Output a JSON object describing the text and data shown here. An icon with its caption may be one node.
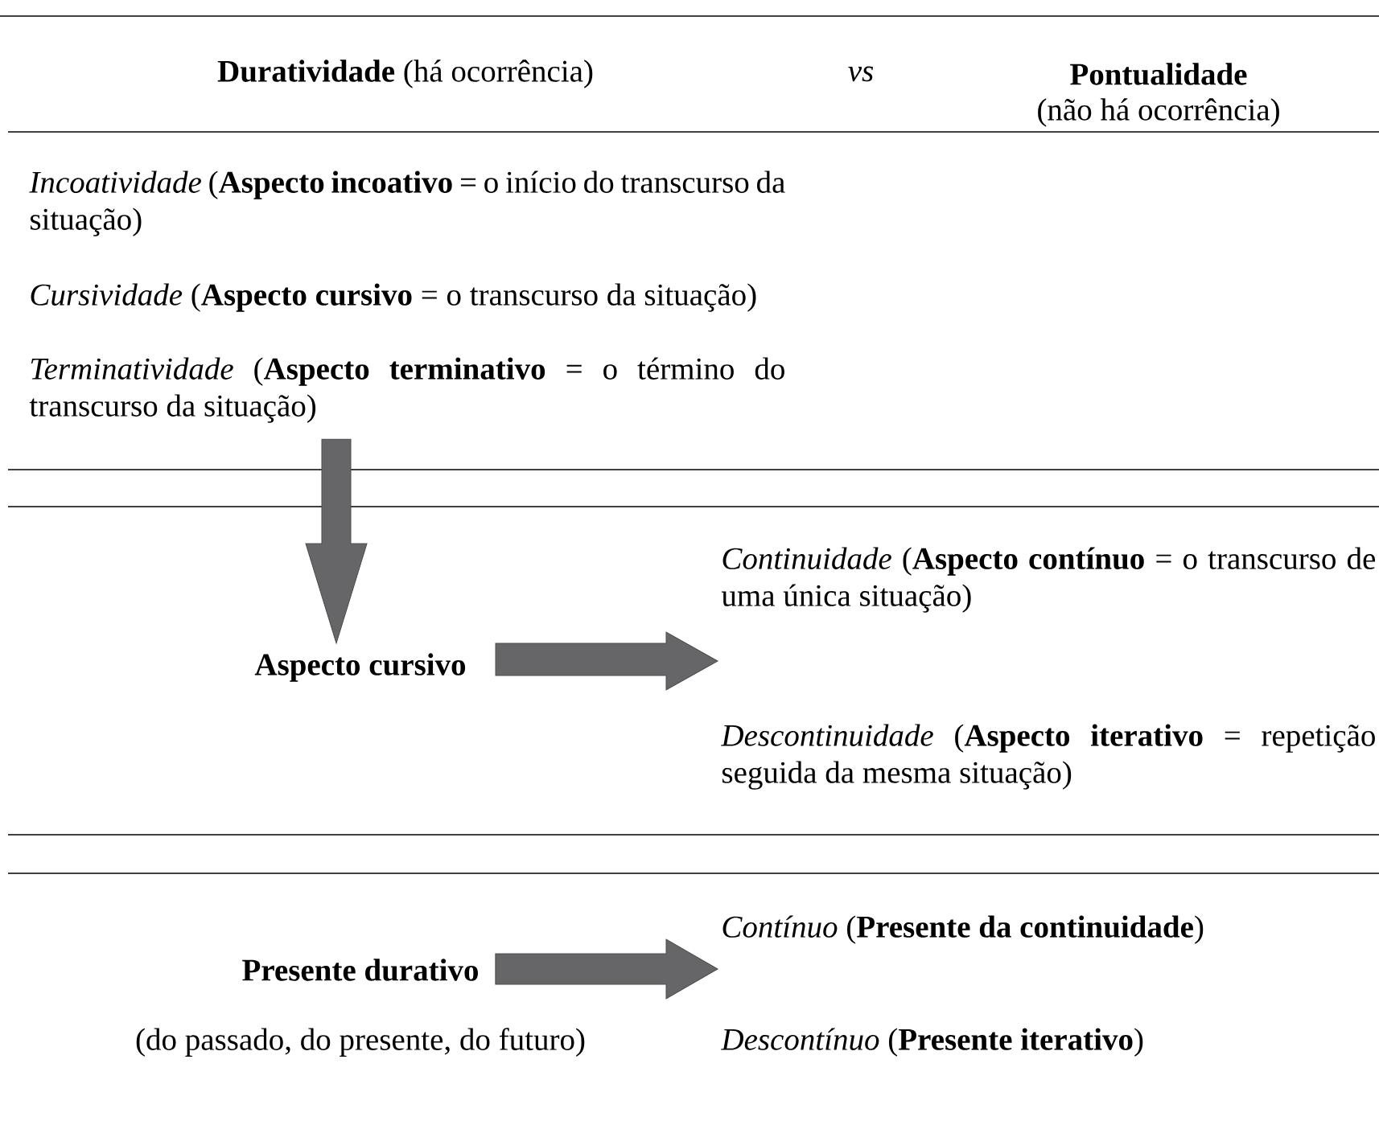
{
  "diagram": {
    "nodes": [
      {
        "text": [
          "*Incoatividade* (**Aspecto incoativo** = o início do transcurso da situação)"
        ]
      },
      {
        "text": [
          "*Cursividade* (**Aspecto cursivo** = o transcurso da situação)"
        ]
      },
      {
        "text": [
          "*Terminatividade* (**Aspecto terminativo** = o término do transcurso da situação)"
        ]
      },
      {
        "text": [
          "Aspecto cursivo"
        ]
      },
      {
        "text": [
          "*Continuidade* (**Aspecto contínuo** = o transcurso de uma única situação)"
        ]
      },
      {
        "text": [
          "*Descontinuidade* (**Aspecto iterativo** = repetição seguida da mesma situação)"
        ]
      },
      {
        "text": [
          "Presente durativo"
        ]
      },
      {
        "text": [
          "*Contínuo* (**Presente da continuidade**)"
        ]
      },
      {
        "text": [
          "*Descontínuo* (**Presente iterativo**)"
        ]
      }
    ],
    "edges": [
      {
        "from": 2,
        "to": 3,
        "arrow": "to",
        "style": "thick"
      },
      {
        "from": 3,
        "to": null,
        "arrow": "to",
        "style": "thick"
      },
      {
        "from": 6,
        "to": null,
        "arrow": "to",
        "style": "thick"
      }
    ],
    "labels": [
      "**Duratividade** (há ocorrência)",
      "vs",
      "Pontualidade",
      "(não há ocorrência)",
      "(do passado, do presente, do futuro)"
    ]
  }
}
